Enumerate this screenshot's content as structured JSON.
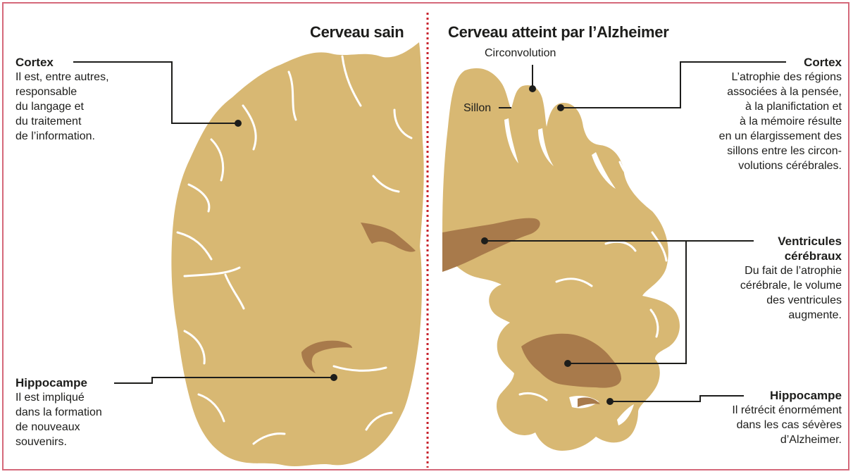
{
  "headings": {
    "healthy": "Cerveau sain",
    "alzheimer": "Cerveau atteint par l’Alzheimer"
  },
  "healthy_labels": {
    "cortex": {
      "title": "Cortex",
      "text": "Il est, entre autres,\nresponsable\ndu langage et\ndu traitement\nde l’information."
    },
    "hippocampus": {
      "title": "Hippocampe",
      "text": "Il est impliqué\ndans la formation\nde nouveaux\nsouvenirs."
    }
  },
  "alzheimer_labels": {
    "circonvolution": "Circonvolution",
    "sillon": "Sillon",
    "cortex": {
      "title": "Cortex",
      "text": "L’atrophie des régions\nassociées à la pensée,\nà la planifictation et\nà la mémoire résulte\nen un élargissement des\nsillons entre les circon-\nvolutions cérébrales."
    },
    "ventricles": {
      "title": "Ventricules\ncérébraux",
      "text": "Du fait de l’atrophie\ncérébrale, le volume\ndes ventricules\naugmente."
    },
    "hippocampus": {
      "title": "Hippocampe",
      "text": "Il rétrécit énormément\ndans les cas sévères\nd’Alzheimer."
    }
  },
  "colors": {
    "brain": "#d8b873",
    "ventricle": "#a87a4b",
    "sulcus": "#ffffff",
    "divider": "#c8232c",
    "frame": "#d5697a",
    "text": "#1d1d1b"
  }
}
